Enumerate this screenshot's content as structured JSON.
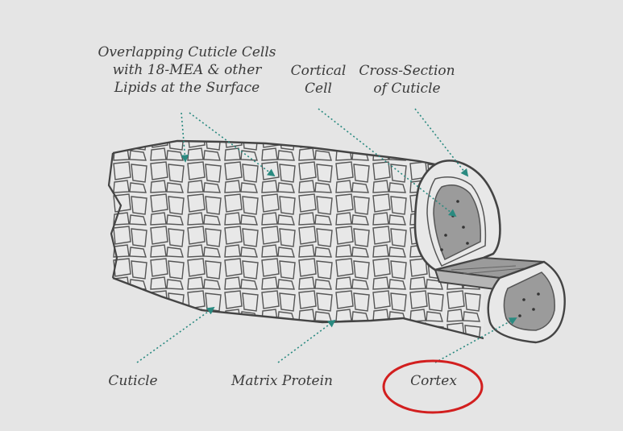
{
  "labels": {
    "overlapping": [
      "Overlapping Cuticle Cells",
      "with 18-MEA & other",
      "Lipids at the Surface"
    ],
    "cortical_cell": [
      "Cortical",
      "Cell"
    ],
    "cross_section": [
      "Cross-Section",
      "of Cuticle"
    ],
    "cuticle": "Cuticle",
    "matrix_protein": "Matrix Protein",
    "cortex": "Cortex"
  },
  "colors": {
    "background": "#e5e5e5",
    "outline": "#4a4a4a",
    "arrow": "#2a8a80",
    "cortex_fill": "#9b9b9b",
    "highlight_circle": "#d21f1f"
  }
}
